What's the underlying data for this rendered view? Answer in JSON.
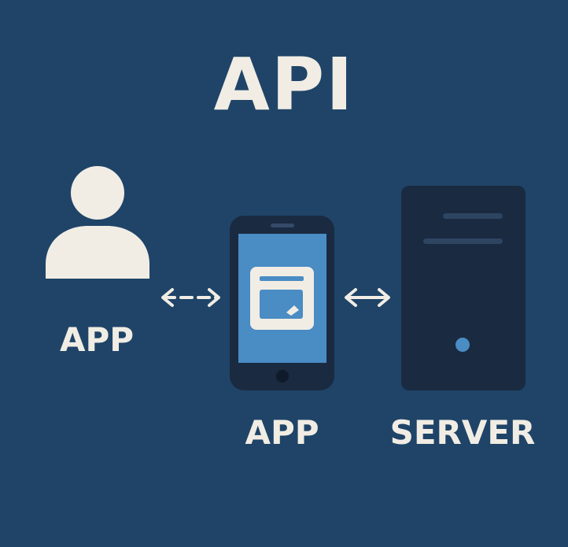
{
  "title": "API",
  "nodes": {
    "user": {
      "label": "APP",
      "icon": "user-icon"
    },
    "app": {
      "label": "APP",
      "icon": "smartphone-icon"
    },
    "server": {
      "label": "SERVER",
      "icon": "server-icon"
    }
  },
  "connectors": [
    {
      "from": "user",
      "to": "app",
      "icon": "double-arrow-icon"
    },
    {
      "from": "app",
      "to": "server",
      "icon": "double-arrow-icon"
    }
  ],
  "colors": {
    "background": "#1f4468",
    "foreground": "#f1ede4",
    "device_dark": "#1a2a40",
    "screen": "#4a8cc4",
    "server_light": "#2e4562"
  }
}
